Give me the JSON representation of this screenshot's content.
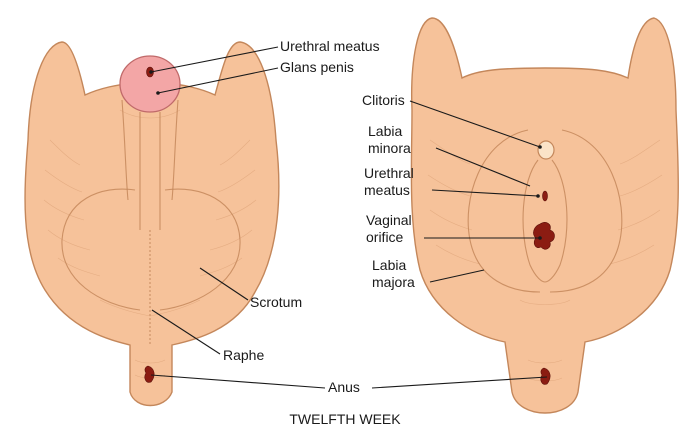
{
  "caption": "TWELFTH WEEK",
  "male": {
    "labels": {
      "urethral_meatus": "Urethral meatus",
      "glans_penis": "Glans penis",
      "scrotum": "Scrotum",
      "raphe": "Raphe"
    }
  },
  "female": {
    "labels": {
      "clitoris": "Clitoris",
      "labia_minora": [
        "Labia",
        "minora"
      ],
      "urethral_meatus": [
        "Urethral",
        "meatus"
      ],
      "vaginal_orifice": [
        "Vaginal",
        "orifice"
      ],
      "labia_majora": [
        "Labia",
        "majora"
      ]
    }
  },
  "shared": {
    "anus": "Anus"
  },
  "colors": {
    "skin": "#f6c29a",
    "outline": "#c4875b",
    "glans": "#f3a6a6",
    "opening": "#8b1c12",
    "text": "#1a1a1a"
  }
}
